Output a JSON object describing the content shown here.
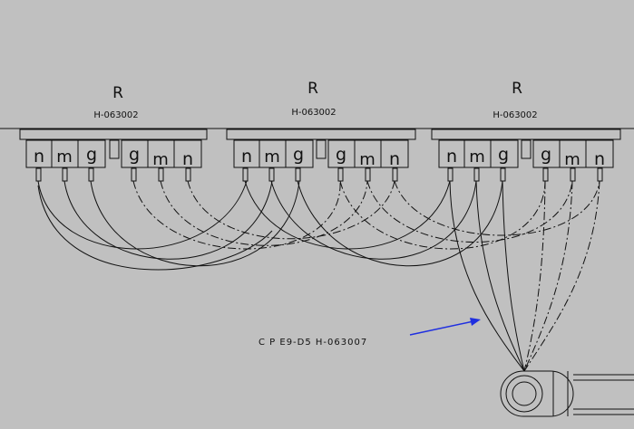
{
  "connectors": [
    {
      "ref": "R",
      "part": "H-063002",
      "left_pins": [
        "n",
        "m",
        "g"
      ],
      "right_pins": [
        "g",
        "m",
        "n"
      ]
    },
    {
      "ref": "R",
      "part": "H-063002",
      "left_pins": [
        "n",
        "m",
        "g"
      ],
      "right_pins": [
        "g",
        "m",
        "n"
      ]
    },
    {
      "ref": "R",
      "part": "H-063002",
      "left_pins": [
        "n",
        "m",
        "g"
      ],
      "right_pins": [
        "g",
        "m",
        "n"
      ]
    }
  ],
  "callout": {
    "text": "C P E9-D5   H-063007",
    "arrow_color": "#1f2fe0"
  },
  "colors": {
    "background": "#c0c0c0",
    "line": "#111111"
  }
}
